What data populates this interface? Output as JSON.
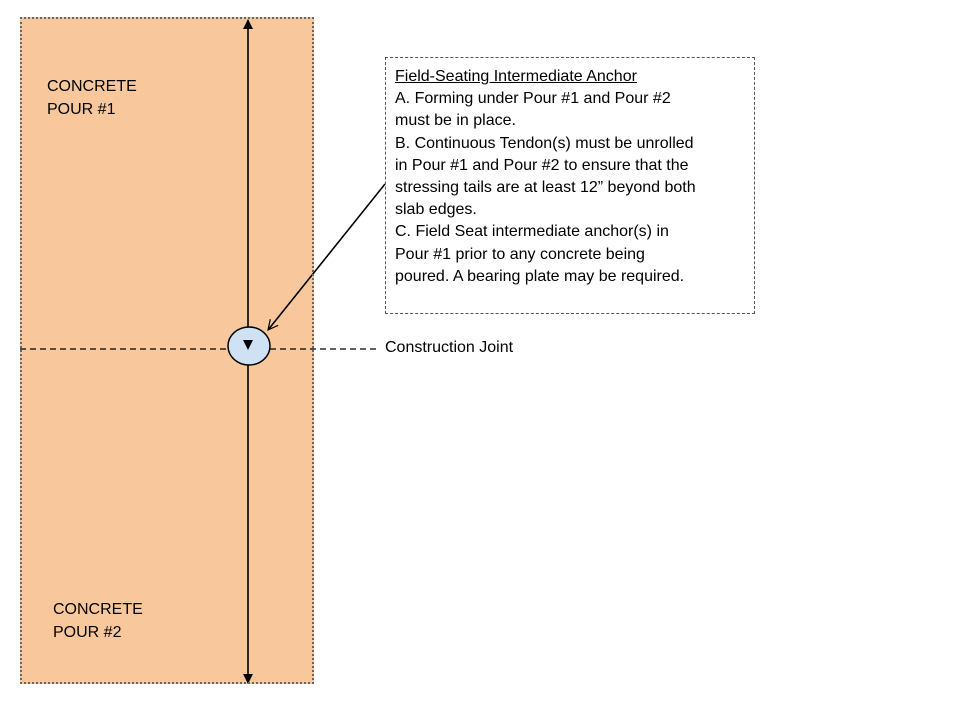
{
  "colors": {
    "slab_fill": "#f8c89c",
    "slab_border": "#666666",
    "anchor_fill": "#cfe2f3",
    "line": "#000000"
  },
  "pours": [
    {
      "label": "CONCRETE\nPOUR #1"
    },
    {
      "label": "CONCRETE\nPOUR #2"
    }
  ],
  "note": {
    "title": "Field-Seating Intermediate Anchor",
    "lines": [
      "A. Forming under Pour #1 and Pour #2",
      "must be in place.",
      "B. Continuous Tendon(s) must be unrolled",
      "in Pour #1 and Pour #2 to ensure that the",
      "stressing tails are at least 12” beyond both",
      "slab edges.",
      "C. Field Seat intermediate anchor(s) in",
      "Pour #1 prior to any concrete being",
      "poured.  A bearing plate may be required."
    ]
  },
  "joint": {
    "label": "Construction Joint"
  },
  "icons": {
    "anchor": "intermediate-anchor-icon",
    "tendon": "tendon-line",
    "leader": "leader-arrow"
  }
}
